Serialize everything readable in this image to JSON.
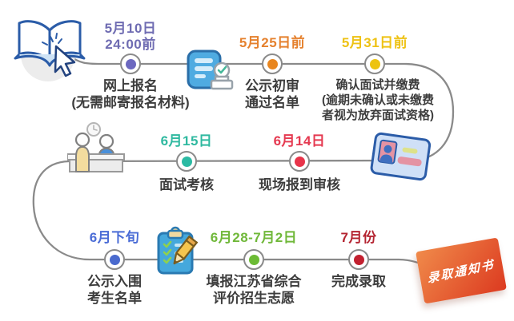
{
  "line_color": "#8a8a8a",
  "steps": [
    {
      "name": "online-registration",
      "date_lines": [
        "5月10日",
        "24:00前"
      ],
      "date_color": "#6f6cb2",
      "node_color": "#6c68c0",
      "label_lines": [
        "网上报名",
        "(无需邮寄报名材料)"
      ]
    },
    {
      "name": "preliminary-review-publicity",
      "date_lines": [
        "5月25日前"
      ],
      "date_color": "#e5812e",
      "node_color": "#e8861f",
      "label_lines": [
        "公示初审",
        "通过名单"
      ]
    },
    {
      "name": "confirm-interview-and-pay",
      "date_lines": [
        "5月31日前"
      ],
      "date_color": "#eec214",
      "node_color": "#edc30f",
      "label_lines": [
        "确认面试并缴费",
        "(逾期未确认或未缴费",
        "者视为放弃面试资格)"
      ]
    },
    {
      "name": "onsite-checkin-review",
      "date_lines": [
        "6月14日"
      ],
      "date_color": "#e53950",
      "node_color": "#e8344a",
      "label_lines": [
        "现场报到审核"
      ]
    },
    {
      "name": "interview-assessment",
      "date_lines": [
        "6月15日"
      ],
      "date_color": "#2fb9a0",
      "node_color": "#2bbaa3",
      "label_lines": [
        "面试考核"
      ]
    },
    {
      "name": "shortlist-publicity",
      "date_lines": [
        "6月下旬"
      ],
      "date_color": "#4a6cd6",
      "node_color": "#4a6ace",
      "label_lines": [
        "公示入围",
        "考生名单"
      ]
    },
    {
      "name": "fill-jiangsu-application",
      "date_lines": [
        "6月28-7月2日"
      ],
      "date_color": "#70b83a",
      "node_color": "#6cbb35",
      "label_lines": [
        "填报江苏省综合",
        "评价招生志愿"
      ]
    },
    {
      "name": "admission-complete",
      "date_lines": [
        "7月份"
      ],
      "date_color": "#b42431",
      "node_color": "#c2202f",
      "label_lines": [
        "完成录取"
      ]
    }
  ],
  "envelope": {
    "label": "录取通知书",
    "gradient_from": "#f08a4a",
    "gradient_to": "#dc3a20"
  },
  "icons": {
    "start": "open-book-with-cursor-icon",
    "after_step1": "stamped-document-icon",
    "row2_left": "interview-desk-icon",
    "row2_right": "id-card-icon",
    "row3": "clipboard-with-pencil-icon",
    "end": "admission-letter-envelope"
  }
}
